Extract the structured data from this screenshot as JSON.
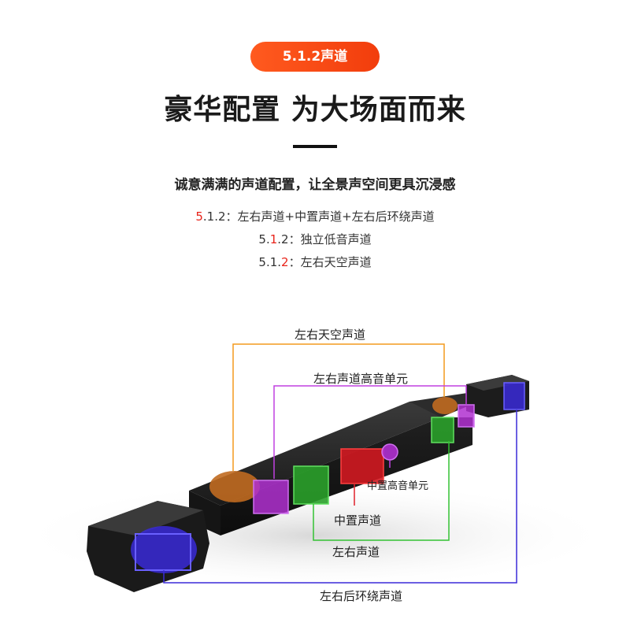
{
  "badge": "5.1.2声道",
  "headline": "豪华配置 为大场面而来",
  "subhead": "诚意满满的声道配置，让全景声空间更具沉浸感",
  "specs": [
    {
      "d1": "5",
      "d2": ".1",
      "d3": ".2",
      "text": "：左右声道+中置声道+左右后环绕声道",
      "highlight": 1
    },
    {
      "d1": "5.",
      "d2": "1",
      "d3": ".2",
      "text": "：独立低音声道",
      "highlight": 2
    },
    {
      "d1": "5.1.",
      "d2": "2",
      "d3": "",
      "text": "：左右天空声道",
      "highlight": 2
    }
  ],
  "callouts": {
    "sky": "左右天空声道",
    "tweeter_lr": "左右声道高音单元",
    "center_tweeter": "中置高音单元",
    "center": "中置声道",
    "lr": "左右声道",
    "surround": "左右后环绕声道"
  },
  "colors": {
    "accent": "#f23d0c",
    "sky": "#f39a1e",
    "tweeter": "#c040e0",
    "center": "#e0202a",
    "lr": "#33c233",
    "surround": "#3a2ad8"
  }
}
